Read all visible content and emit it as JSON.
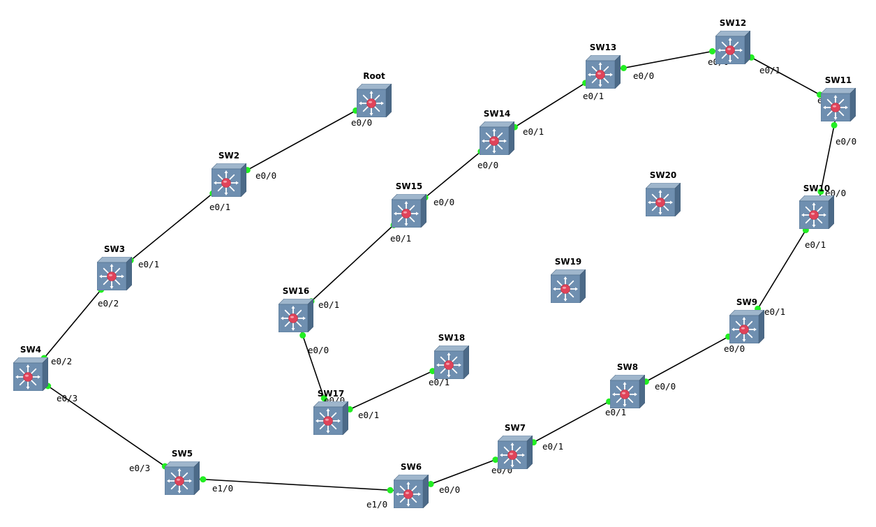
{
  "colors": {
    "background": "#ffffff",
    "link": "#000000",
    "port_up": "#22ee22",
    "switch_body": "#6f8fb0",
    "switch_core": "#e0435a"
  },
  "icon": "multilayer-switch-icon",
  "nodes": [
    {
      "id": "root",
      "label": "Root"
    },
    {
      "id": "sw2",
      "label": "SW2"
    },
    {
      "id": "sw3",
      "label": "SW3"
    },
    {
      "id": "sw4",
      "label": "SW4"
    },
    {
      "id": "sw5",
      "label": "SW5"
    },
    {
      "id": "sw6",
      "label": "SW6"
    },
    {
      "id": "sw7",
      "label": "SW7"
    },
    {
      "id": "sw8",
      "label": "SW8"
    },
    {
      "id": "sw9",
      "label": "SW9"
    },
    {
      "id": "sw10",
      "label": "SW10"
    },
    {
      "id": "sw11",
      "label": "SW11"
    },
    {
      "id": "sw12",
      "label": "SW12"
    },
    {
      "id": "sw13",
      "label": "SW13"
    },
    {
      "id": "sw14",
      "label": "SW14"
    },
    {
      "id": "sw15",
      "label": "SW15"
    },
    {
      "id": "sw16",
      "label": "SW16"
    },
    {
      "id": "sw17",
      "label": "SW17"
    },
    {
      "id": "sw18",
      "label": "SW18"
    },
    {
      "id": "sw19",
      "label": "SW19"
    },
    {
      "id": "sw20",
      "label": "SW20"
    }
  ],
  "links": [
    {
      "a": "root",
      "a_port": "e0/0",
      "b": "sw2",
      "b_port": "e0/0"
    },
    {
      "a": "sw2",
      "a_port": "e0/1",
      "b": "sw3",
      "b_port": "e0/1"
    },
    {
      "a": "sw3",
      "a_port": "e0/2",
      "b": "sw4",
      "b_port": "e0/2"
    },
    {
      "a": "sw4",
      "a_port": "e0/3",
      "b": "sw5",
      "b_port": "e0/3"
    },
    {
      "a": "sw5",
      "a_port": "e1/0",
      "b": "sw6",
      "b_port": "e1/0"
    },
    {
      "a": "sw6",
      "a_port": "e0/0",
      "b": "sw7",
      "b_port": "e0/0"
    },
    {
      "a": "sw7",
      "a_port": "e0/1",
      "b": "sw8",
      "b_port": "e0/1"
    },
    {
      "a": "sw8",
      "a_port": "e0/0",
      "b": "sw9",
      "b_port": "e0/0"
    },
    {
      "a": "sw9",
      "a_port": "e0/1",
      "b": "sw10",
      "b_port": "e0/1"
    },
    {
      "a": "sw10",
      "a_port": "e0/0",
      "b": "sw11",
      "b_port": "e0/0"
    },
    {
      "a": "sw11",
      "a_port": "e0/1",
      "b": "sw12",
      "b_port": "e0/1"
    },
    {
      "a": "sw12",
      "a_port": "e0/0",
      "b": "sw13",
      "b_port": "e0/0"
    },
    {
      "a": "sw13",
      "a_port": "e0/1",
      "b": "sw14",
      "b_port": "e0/1"
    },
    {
      "a": "sw14",
      "a_port": "e0/0",
      "b": "sw15",
      "b_port": "e0/0"
    },
    {
      "a": "sw15",
      "a_port": "e0/1",
      "b": "sw16",
      "b_port": "e0/1"
    },
    {
      "a": "sw16",
      "a_port": "e0/0",
      "b": "sw17",
      "b_port": "e0/0"
    },
    {
      "a": "sw17",
      "a_port": "e0/1",
      "b": "sw18",
      "b_port": "e0/1"
    }
  ]
}
